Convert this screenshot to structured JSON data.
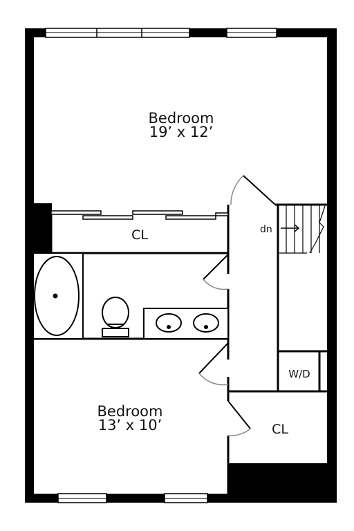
{
  "rooms": {
    "bedroom_1": {
      "name": "Bedroom",
      "dims": "19’ x 12’"
    },
    "bedroom_2": {
      "name": "Bedroom",
      "dims": "13’ x 10’"
    },
    "closet_1": {
      "name": "CL"
    },
    "closet_2": {
      "name": "CL"
    },
    "laundry": {
      "name": "W/D"
    }
  },
  "stairs": {
    "label": "dn"
  },
  "colors": {
    "wall": "#000000",
    "floor": "#ffffff",
    "door_swing": "#888888",
    "window": "#000000"
  }
}
